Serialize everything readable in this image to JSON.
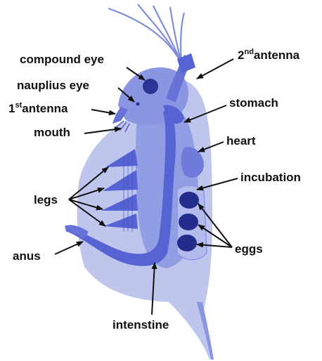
{
  "labels": {
    "compound_eye": "compound eye",
    "nauplius_eye": "nauplius eye",
    "antenna1_num": "1",
    "antenna1_sup": "st",
    "antenna1_word": "antenna",
    "antenna2_num": "2",
    "antenna2_sup": "nd",
    "antenna2_word": "antenna",
    "mouth": "mouth",
    "stomach": "stomach",
    "heart": "heart",
    "incubation": "incubation",
    "legs": "legs",
    "eggs": "eggs",
    "anus": "anus",
    "intestine": "intenstine"
  },
  "colors": {
    "body_outer": "#bfc6ee",
    "body_mid": "#8a96e2",
    "body_dark": "#5564d2",
    "eye": "#2b3596",
    "egg": "#232d8c",
    "text": "#111111"
  }
}
